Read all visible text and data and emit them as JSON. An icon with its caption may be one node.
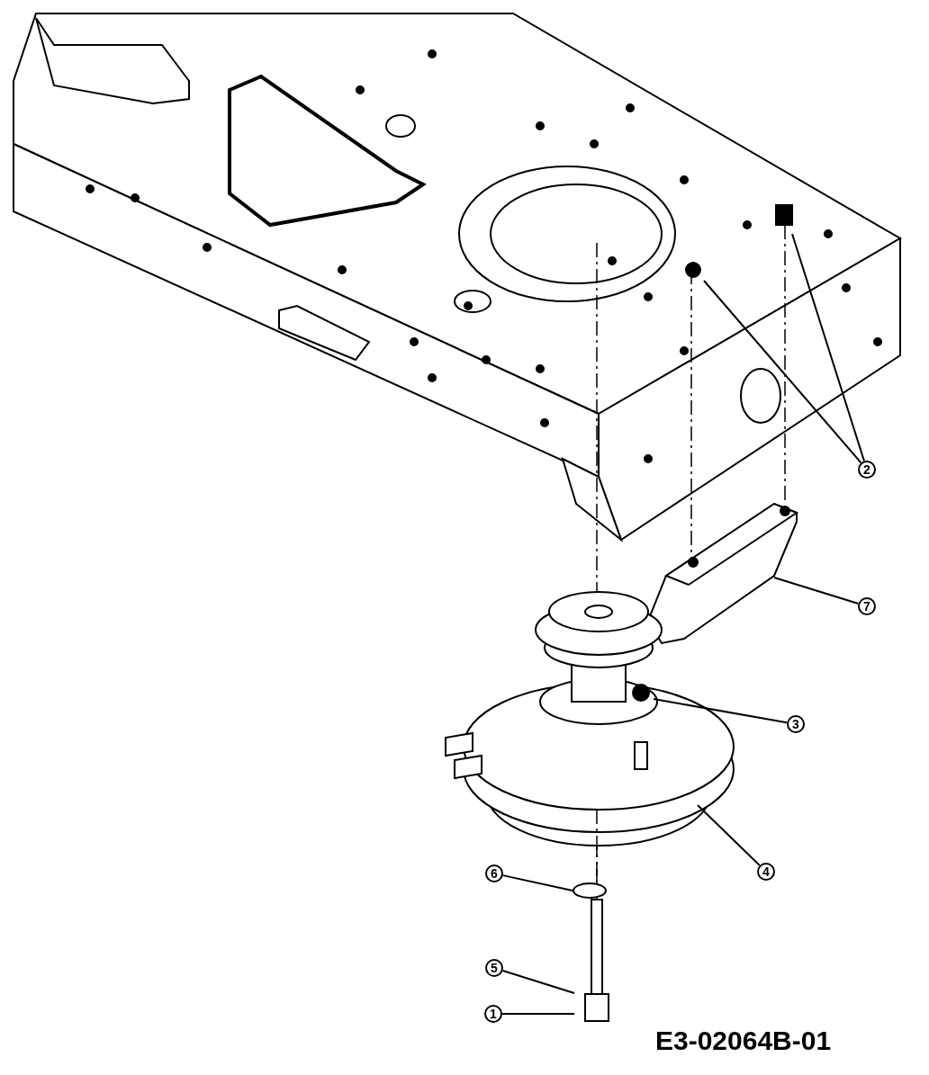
{
  "diagram": {
    "nodes": [
      {
        "text": [
          "2"
        ]
      },
      {
        "text": [
          "7"
        ]
      },
      {
        "text": [
          "3"
        ]
      },
      {
        "text": [
          "4"
        ]
      },
      {
        "text": [
          "6"
        ]
      },
      {
        "text": [
          "5"
        ]
      },
      {
        "text": [
          "1"
        ]
      }
    ],
    "edges": [
      {
        "from": 0,
        "to": null,
        "arrow": "none"
      },
      {
        "from": 0,
        "to": null,
        "arrow": "none"
      },
      {
        "from": 1,
        "to": null,
        "arrow": "none"
      },
      {
        "from": 2,
        "to": null,
        "arrow": "none"
      },
      {
        "from": 3,
        "to": null,
        "arrow": "none"
      },
      {
        "from": 4,
        "to": null,
        "arrow": "none"
      },
      {
        "from": 5,
        "to": null,
        "arrow": "none"
      },
      {
        "from": 6,
        "to": null,
        "arrow": "none"
      }
    ],
    "labels": [
      "E3-02064B-01"
    ]
  }
}
